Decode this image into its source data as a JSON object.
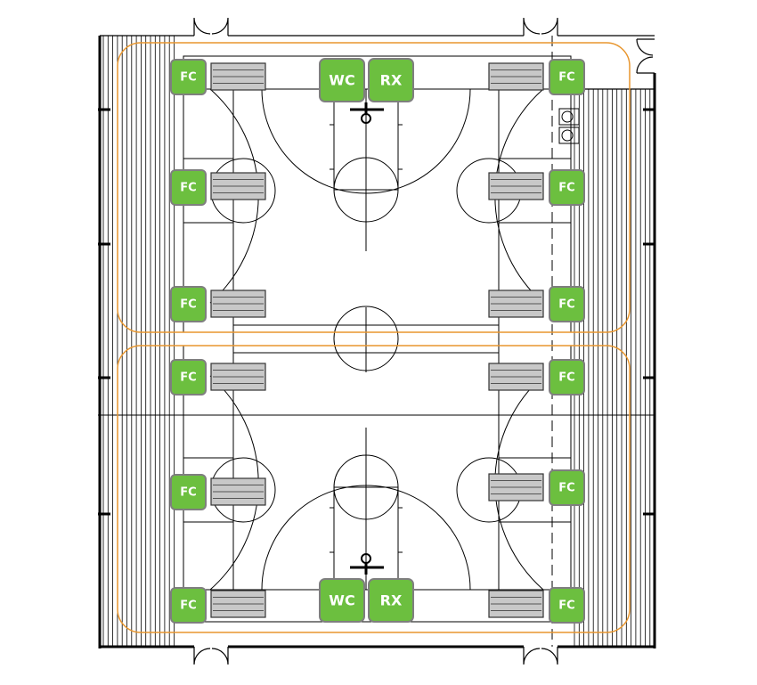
{
  "colors": {
    "badge_fill": "#6cbf3f",
    "badge_stroke": "#7f7f7f",
    "orange_line": "#e8962e",
    "court_line": "#000000",
    "bench_fill": "#c8c8c8"
  },
  "labels": {
    "fc": "FC",
    "wc": "WC",
    "rx": "RX"
  }
}
